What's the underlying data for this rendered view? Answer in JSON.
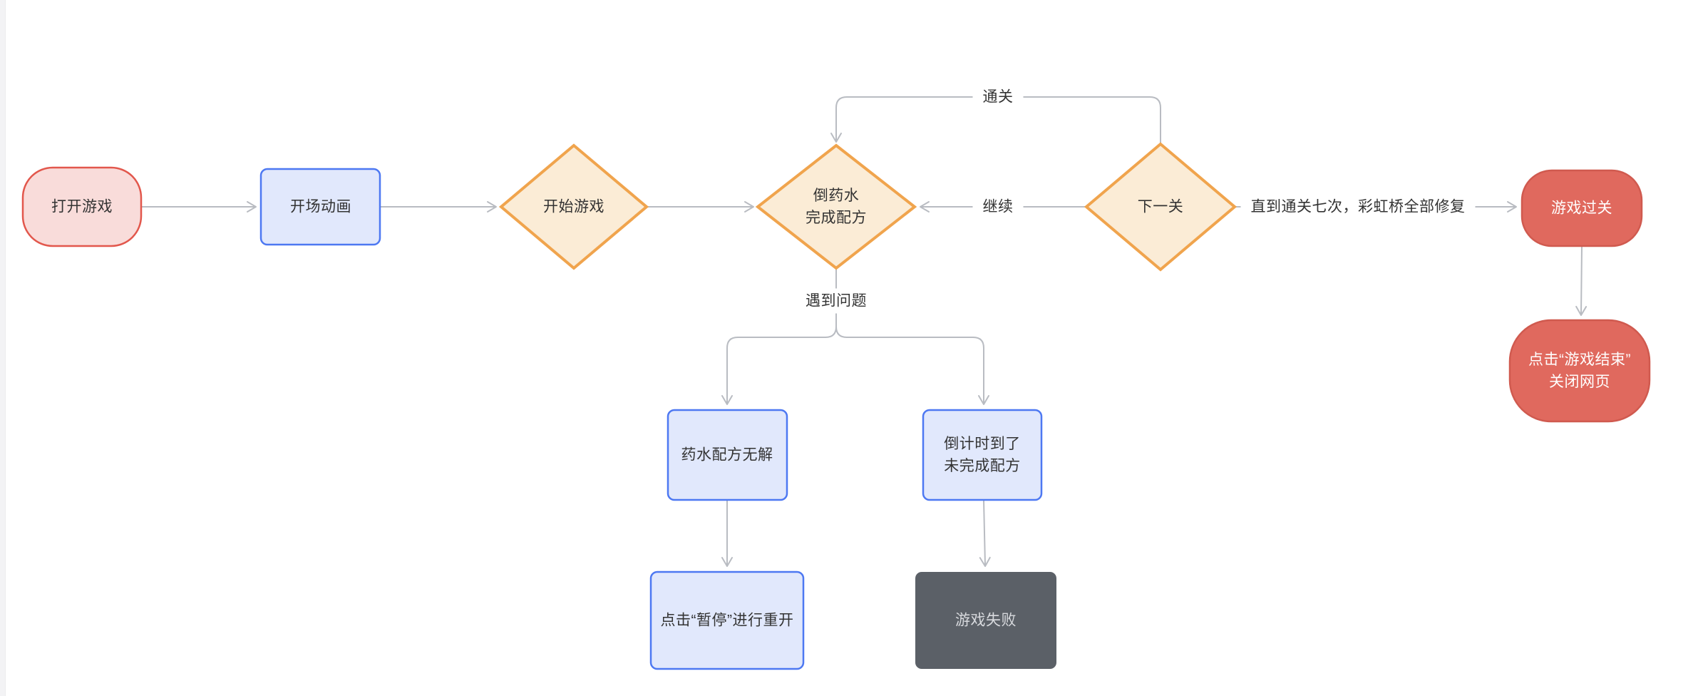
{
  "diagram": {
    "title": "game-flowchart",
    "background": "#ffffff"
  },
  "colors": {
    "line": "#b9bcc2",
    "text": "#333333",
    "start_fill": "#f9dcda",
    "start_border": "#e2574c",
    "process_fill": "#e1e8fc",
    "process_border": "#4d78f2",
    "decision_fill": "#fbecd6",
    "decision_border": "#f0a44d",
    "terminal_fill": "#e0695e",
    "terminal_border": "#d05a4f",
    "fail_fill": "#5b6067",
    "fail_text": "#d8dade"
  },
  "nodes": [
    {
      "id": "open-game",
      "shape": "stadium-pink",
      "label": "打开游戏"
    },
    {
      "id": "opening-animation",
      "shape": "rect-blue",
      "label": "开场动画"
    },
    {
      "id": "start-game",
      "shape": "diamond",
      "label": "开始游戏"
    },
    {
      "id": "pour-potion",
      "shape": "diamond",
      "label": "倒药水\n完成配方"
    },
    {
      "id": "next-level",
      "shape": "diamond",
      "label": "下一关"
    },
    {
      "id": "game-clear",
      "shape": "stadium-red",
      "label": "游戏过关"
    },
    {
      "id": "game-end-close",
      "shape": "stadium-red",
      "label": "点击“游戏结束”\n关闭网页"
    },
    {
      "id": "recipe-unsolvable",
      "shape": "rect-blue",
      "label": "药水配方无解"
    },
    {
      "id": "countdown-expired",
      "shape": "rect-blue",
      "label": "倒计时到了\n未完成配方"
    },
    {
      "id": "pause-restart",
      "shape": "rect-blue",
      "label": "点击“暂停”进行重开"
    },
    {
      "id": "game-failed",
      "shape": "rect-dark",
      "label": "游戏失败"
    }
  ],
  "edge_labels": [
    {
      "id": "pass-level",
      "text": "通关"
    },
    {
      "id": "continue",
      "text": "继续"
    },
    {
      "id": "until-seven",
      "text": "直到通关七次，彩虹桥全部修复"
    },
    {
      "id": "problem",
      "text": "遇到问题"
    }
  ]
}
